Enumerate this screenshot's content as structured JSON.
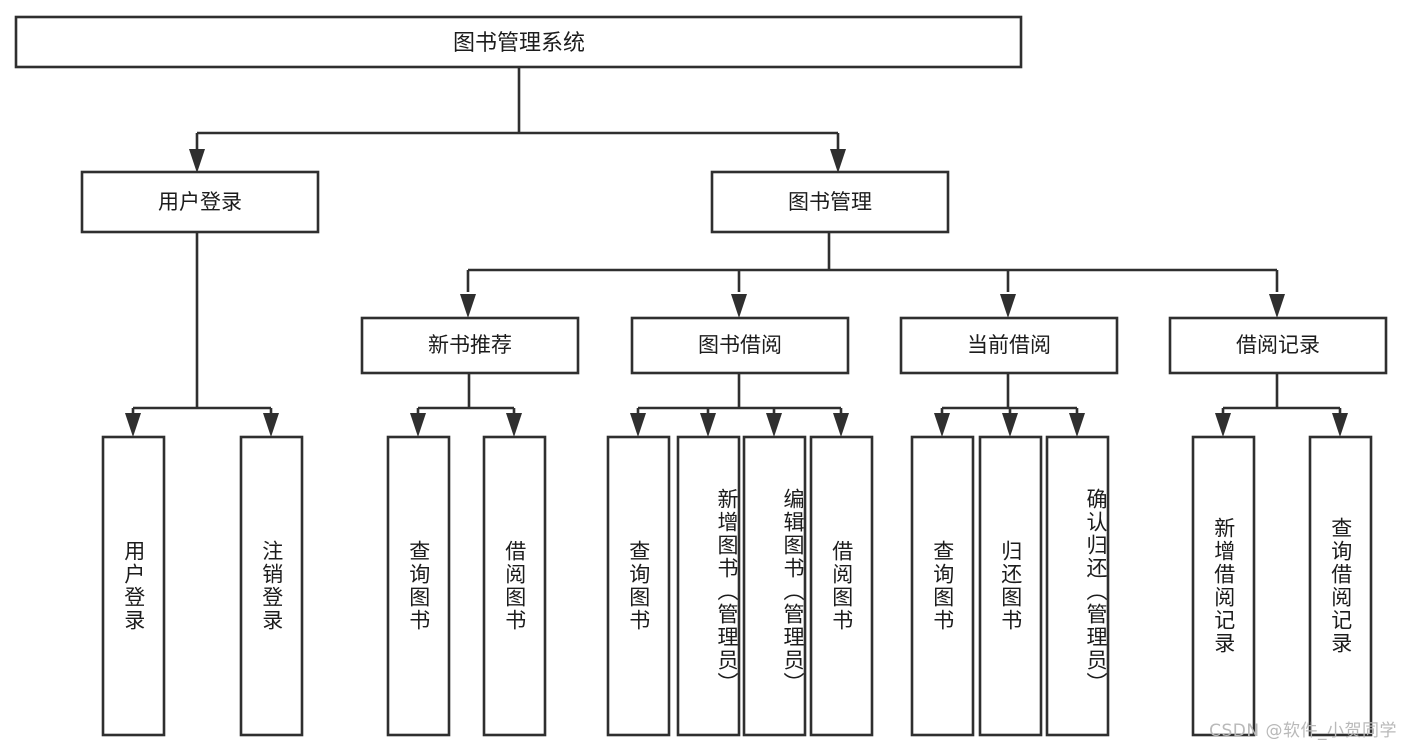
{
  "diagram": {
    "title": "图书管理系统",
    "type": "hierarchy-tree",
    "watermark": "CSDN @软件_小贺同学",
    "colors": {
      "stroke": "#2f2f2f",
      "fill": "#ffffff",
      "text": "#1c1c1c",
      "watermark": "#b9b9b9"
    },
    "levels": {
      "root": {
        "label": "图书管理系统"
      },
      "level2": [
        {
          "label": "用户登录"
        },
        {
          "label": "图书管理"
        }
      ],
      "level3": [
        {
          "label": "新书推荐"
        },
        {
          "label": "图书借阅"
        },
        {
          "label": "当前借阅"
        },
        {
          "label": "借阅记录"
        }
      ],
      "leaves": [
        {
          "label": "用户登录",
          "parent": "用户登录"
        },
        {
          "label": "注销登录",
          "parent": "用户登录"
        },
        {
          "label": "查询图书",
          "parent": "新书推荐"
        },
        {
          "label": "借阅图书",
          "parent": "新书推荐"
        },
        {
          "label": "查询图书",
          "parent": "图书借阅"
        },
        {
          "label": "新增图书（管理员）",
          "parent": "图书借阅"
        },
        {
          "label": "编辑图书（管理员）",
          "parent": "图书借阅"
        },
        {
          "label": "借阅图书",
          "parent": "图书借阅"
        },
        {
          "label": "查询图书",
          "parent": "当前借阅"
        },
        {
          "label": "归还图书",
          "parent": "当前借阅"
        },
        {
          "label": "确认归还（管理员）",
          "parent": "当前借阅"
        },
        {
          "label": "新增借阅记录",
          "parent": "借阅记录"
        },
        {
          "label": "查询借阅记录",
          "parent": "借阅记录"
        }
      ]
    }
  }
}
